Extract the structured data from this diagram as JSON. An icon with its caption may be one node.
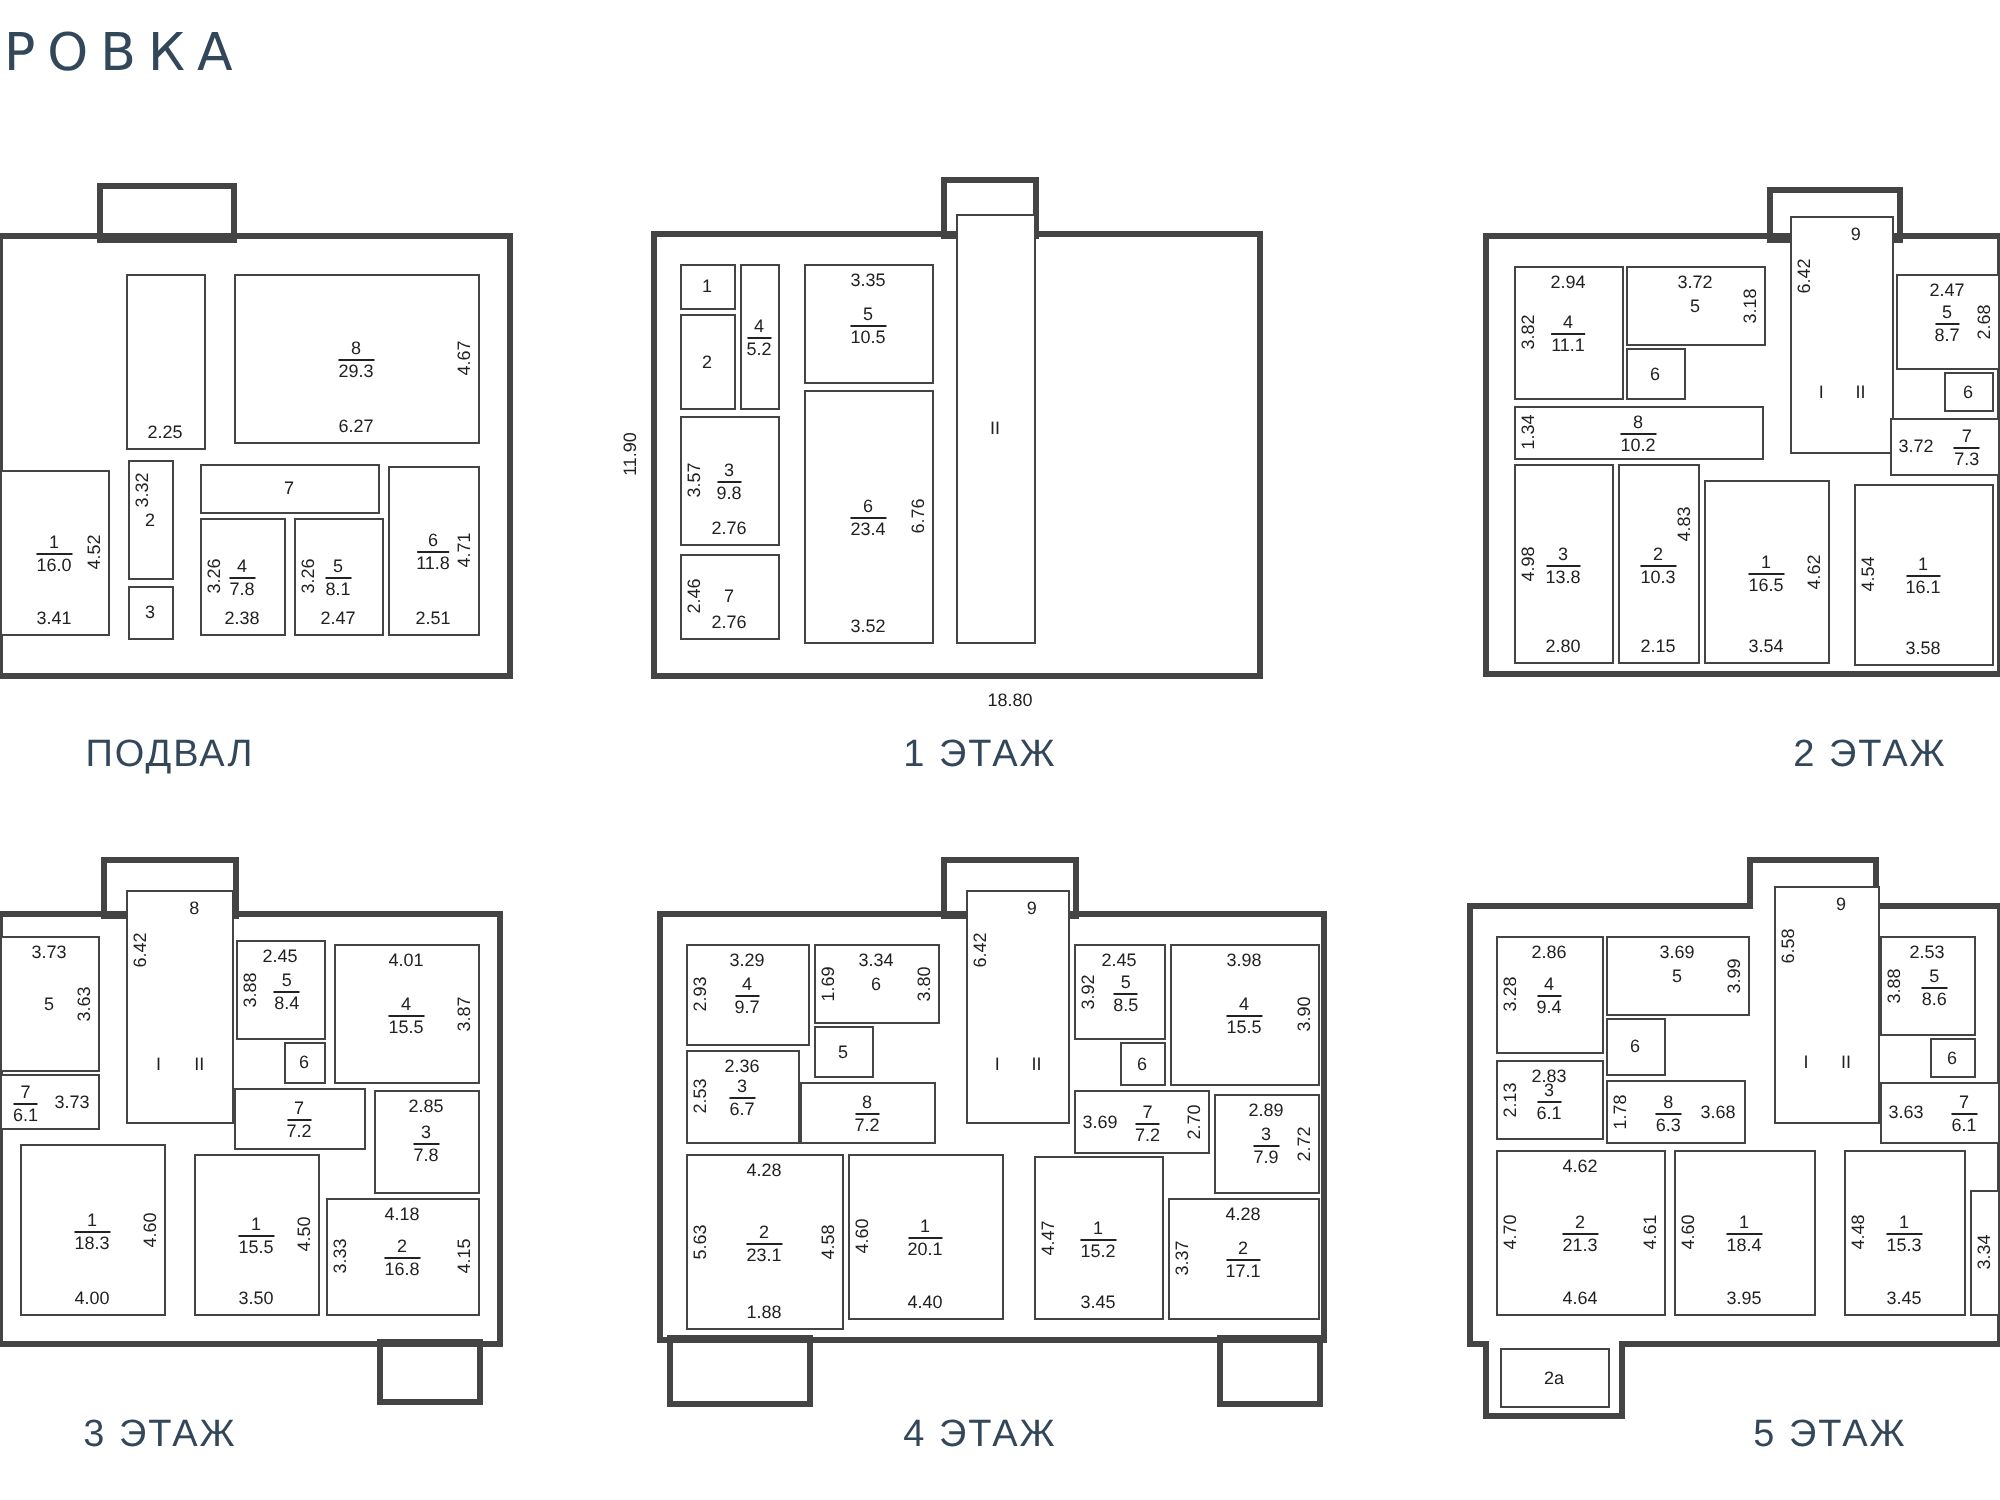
{
  "diagram": {
    "title": "РОВКА",
    "nodes": [
      {
        "text": [
          "ПОДВАЛ"
        ]
      },
      {
        "text": [
          "2.25"
        ],
        "in": 0
      },
      {
        "text": [
          "8",
          "29.3",
          "4.67",
          "6.27"
        ],
        "in": 0
      },
      {
        "text": [
          "1",
          "16.0",
          "4.52",
          "3.41"
        ],
        "in": 0
      },
      {
        "text": [
          "3.32",
          "2"
        ],
        "in": 0
      },
      {
        "text": [
          "3"
        ],
        "in": 0
      },
      {
        "text": [
          "7"
        ],
        "in": 0
      },
      {
        "text": [
          "3.26",
          "4",
          "7.8",
          "2.38"
        ],
        "in": 0
      },
      {
        "text": [
          "3.26",
          "5",
          "8.1",
          "2.47"
        ],
        "in": 0
      },
      {
        "text": [
          "4.71",
          "6",
          "11.8",
          "2.51"
        ],
        "in": 0
      },
      {
        "text": [
          "11.90",
          "18.80",
          "1 ЭТАЖ"
        ]
      },
      {
        "text": [
          "1"
        ],
        "in": 10
      },
      {
        "text": [
          "2"
        ],
        "in": 10
      },
      {
        "text": [
          "4",
          "5.2"
        ],
        "in": 10
      },
      {
        "text": [
          "3.57",
          "3",
          "9.8",
          "2.76"
        ],
        "in": 10
      },
      {
        "text": [
          "2.46",
          "7",
          "2.76"
        ],
        "in": 10
      },
      {
        "text": [
          "3.35",
          "5",
          "10.5"
        ],
        "in": 10
      },
      {
        "text": [
          "6",
          "23.4",
          "6.76",
          "3.52"
        ],
        "in": 10
      },
      {
        "text": [
          "II"
        ],
        "in": 10
      },
      {
        "text": [
          "2 ЭТАЖ"
        ]
      },
      {
        "text": [
          "2.94",
          "3.82",
          "4",
          "11.1"
        ],
        "in": 19
      },
      {
        "text": [
          "3.72",
          "5",
          "3.18"
        ],
        "in": 19
      },
      {
        "text": [
          "6"
        ],
        "in": 19
      },
      {
        "text": [
          "1.34",
          "8",
          "10.2"
        ],
        "in": 19
      },
      {
        "text": [
          "4.98",
          "3",
          "13.8",
          "2.80"
        ],
        "in": 19
      },
      {
        "text": [
          "4.83",
          "2",
          "10.3",
          "2.15"
        ],
        "in": 19
      },
      {
        "text": [
          "1",
          "16.5",
          "4.62",
          "3.54"
        ],
        "in": 19
      },
      {
        "text": [
          "6.42",
          "9",
          "I",
          "II"
        ],
        "in": 19
      },
      {
        "text": [
          "2.47",
          "5",
          "8.7",
          "2.68"
        ],
        "in": 19
      },
      {
        "text": [
          "6"
        ],
        "in": 19
      },
      {
        "text": [
          "3.72",
          "7",
          "7.3"
        ],
        "in": 19
      },
      {
        "text": [
          "4.54",
          "1",
          "16.1",
          "3.58"
        ],
        "in": 19
      },
      {
        "text": [
          "3 ЭТАЖ"
        ]
      },
      {
        "text": [
          "3.73",
          "5",
          "3.63"
        ],
        "in": 32
      },
      {
        "text": [
          "7",
          "6.1",
          "3.73"
        ],
        "in": 32
      },
      {
        "text": [
          "6.42",
          "8",
          "I",
          "II"
        ],
        "in": 32
      },
      {
        "text": [
          "1",
          "18.3",
          "4.60",
          "4.00"
        ],
        "in": 32
      },
      {
        "text": [
          "2.45",
          "5",
          "8.4",
          "3.88"
        ],
        "in": 32
      },
      {
        "text": [
          "6"
        ],
        "in": 32
      },
      {
        "text": [
          "4.01",
          "4",
          "15.5",
          "3.87"
        ],
        "in": 32
      },
      {
        "text": [
          "7",
          "7.2"
        ],
        "in": 32
      },
      {
        "text": [
          "2.85",
          "3",
          "7.8"
        ],
        "in": 32
      },
      {
        "text": [
          "1",
          "15.5",
          "4.50",
          "3.50"
        ],
        "in": 32
      },
      {
        "text": [
          "4.18",
          "3.33",
          "2",
          "16.8",
          "4.15"
        ],
        "in": 32
      },
      {
        "text": [
          "4 ЭТАЖ"
        ]
      },
      {
        "text": [
          "3.29",
          "2.93",
          "4",
          "9.7"
        ],
        "in": 44
      },
      {
        "text": [
          "3.34",
          "1.69",
          "6",
          "3.80"
        ],
        "in": 44
      },
      {
        "text": [
          "5"
        ],
        "in": 44
      },
      {
        "text": [
          "2.36",
          "2.53",
          "3",
          "6.7"
        ],
        "in": 44
      },
      {
        "text": [
          "8",
          "7.2"
        ],
        "in": 44
      },
      {
        "text": [
          "6.42",
          "9",
          "I",
          "II"
        ],
        "in": 44
      },
      {
        "text": [
          "4.28",
          "5.63",
          "2",
          "23.1",
          "4.58",
          "1.88"
        ],
        "in": 44
      },
      {
        "text": [
          "4.60",
          "1",
          "20.1",
          "4.40"
        ],
        "in": 44
      },
      {
        "text": [
          "2.45",
          "3.92",
          "5",
          "8.5"
        ],
        "in": 44
      },
      {
        "text": [
          "6"
        ],
        "in": 44
      },
      {
        "text": [
          "3.98",
          "4",
          "15.5",
          "3.90"
        ],
        "in": 44
      },
      {
        "text": [
          "3.69",
          "7",
          "7.2",
          "2.70"
        ],
        "in": 44
      },
      {
        "text": [
          "2.89",
          "3",
          "7.9",
          "2.72"
        ],
        "in": 44
      },
      {
        "text": [
          "4.47",
          "1",
          "15.2",
          "3.45"
        ],
        "in": 44
      },
      {
        "text": [
          "4.28",
          "3.37",
          "2",
          "17.1"
        ],
        "in": 44
      },
      {
        "text": [
          "5 ЭТАЖ"
        ]
      },
      {
        "text": [
          "2.86",
          "3.28",
          "4",
          "9.4"
        ],
        "in": 60
      },
      {
        "text": [
          "3.69",
          "5",
          "3.99"
        ],
        "in": 60
      },
      {
        "text": [
          "6"
        ],
        "in": 60
      },
      {
        "text": [
          "2.83",
          "2.13",
          "3",
          "6.1"
        ],
        "in": 60
      },
      {
        "text": [
          "1.78",
          "8",
          "6.3",
          "3.68"
        ],
        "in": 60
      },
      {
        "text": [
          "6.58",
          "9",
          "I",
          "II"
        ],
        "in": 60
      },
      {
        "text": [
          "4.62",
          "4.70",
          "2",
          "21.3",
          "4.61",
          "4.64"
        ],
        "in": 60
      },
      {
        "text": [
          "2a"
        ],
        "in": 60
      },
      {
        "text": [
          "4.60",
          "1",
          "18.4",
          "3.95"
        ],
        "in": 60
      },
      {
        "text": [
          "2.53",
          "3.88",
          "5",
          "8.6"
        ],
        "in": 60
      },
      {
        "text": [
          "6"
        ],
        "in": 60
      },
      {
        "text": [
          "3.63",
          "7",
          "6.1"
        ],
        "in": 60
      },
      {
        "text": [
          "4.48",
          "1",
          "15.3",
          "3.45"
        ],
        "in": 60
      },
      {
        "text": [
          "3.34"
        ],
        "in": 60
      }
    ]
  }
}
